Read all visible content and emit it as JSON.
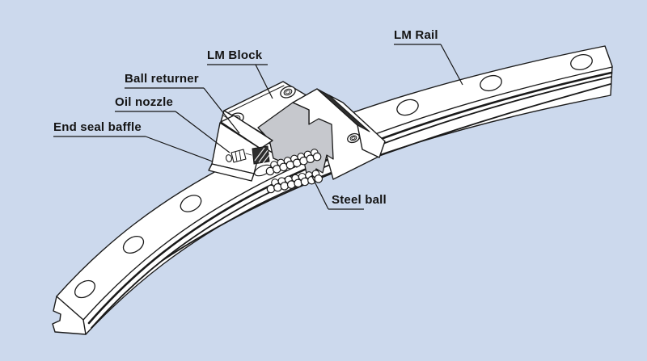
{
  "labels": {
    "lm_rail": "LM Rail",
    "lm_block": "LM Block",
    "ball_returner": "Ball returner",
    "oil_nozzle": "Oil nozzle",
    "end_seal_baffle": "End seal baffle",
    "steel_ball": "Steel ball"
  },
  "colors": {
    "background": "#ccd9ed",
    "line": "#1a1a1a",
    "cut_surface": "#c6c8cd",
    "seal_dark": "#2d2d2d",
    "face": "#ffffff"
  }
}
